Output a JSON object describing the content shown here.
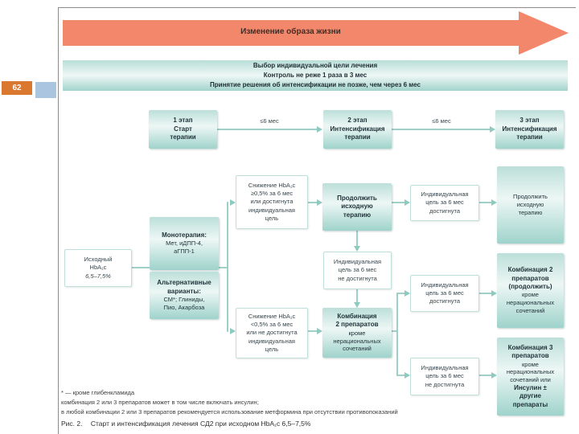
{
  "page": {
    "number": "62"
  },
  "lifestyle_arrow": {
    "label": "Изменение образа жизни"
  },
  "goal_banner": {
    "line1": "Выбор индивидуальной цели лечения",
    "line2": "Контроль не реже 1 раза в 3 мес",
    "line3": "Принятие решения об интенсификации не позже, чем через 6 мес"
  },
  "timeline": {
    "stage1": "1 этап\nСтарт\nтерапии",
    "interval1": "≤6 мес",
    "stage2": "2 этап\nИнтенсификация\nтерапии",
    "interval2": "≤6 мес",
    "stage3": "3 этап\nИнтенсификация\nтерапии"
  },
  "boxes": {
    "baseline": {
      "title": "Исходный\nHbA₁c",
      "value": "6,5–7,5%"
    },
    "monotherapy": {
      "title": "Монотерапия:",
      "body": "Мет, иДПП-4,\nаГПП-1"
    },
    "alternatives": {
      "title": "Альтернативные\nварианты:",
      "body": "СМ*; Глиниды,\nПио, Акарбоза"
    },
    "decrease_ok": "Снижение HbA₁c\n≥0,5% за 6 мес\nили достигнута\nиндивидуальная\nцель",
    "decrease_low": "Снижение HbA₁c\n<0,5% за 6 мес\nили не достигнута\nиндивидуальная\nцель",
    "continue_initial": "Продолжить\nисходную\nтерапию",
    "goal_not_met_1": "Индивидуальная\nцель за 6 мес\nне достигнута",
    "combo2": {
      "title": "Комбинация\n2 препаратов",
      "body": "кроме\nнерациональных\nсочетаний"
    },
    "goal_met_1": "Индивидуальная\nцель за 6 мес\nдостигнута",
    "goal_met_2": "Индивидуальная\nцель за 6 мес\nдостигнута",
    "goal_not_met_2": "Индивидуальная\nцель за 6 мес\nне достигнута",
    "continue_initial_right": "Продолжить\nисходную\nтерапию",
    "combo2_continue": {
      "title": "Комбинация 2\nпрепаратов\n(продолжить)",
      "body": "кроме\nнерациональных\nсочетаний"
    },
    "combo3": {
      "title": "Комбинация 3\nпрепаратов",
      "mid": "кроме\nнерациональных\nсочетаний или",
      "tail": "Инсулин ±\nдругие\nпрепараты"
    }
  },
  "footnotes": {
    "line1": "* — кроме глибенкламида",
    "line2": "комбинация 2 или 3 препаратов может в том числе включать инсулин;",
    "line3": "в любой комбинации 2 или 3 препаратов рекомендуется использование метформина при отсутствии противопоказаний"
  },
  "caption": {
    "label": "Рис. 2.",
    "text": "Старт и интенсификация лечения СД2 при исходном HbA₁c 6,5–7,5%"
  },
  "colors": {
    "arrow_salmon": "#f2876b",
    "teal_connector": "#9fd0c8",
    "teal_box_dark": "#9fd3cb",
    "teal_box_light": "#edf7f5",
    "white_box_border": "#bfe0da",
    "page_badge_orange": "#d9782e",
    "decor_blue": "#a9c5df"
  }
}
